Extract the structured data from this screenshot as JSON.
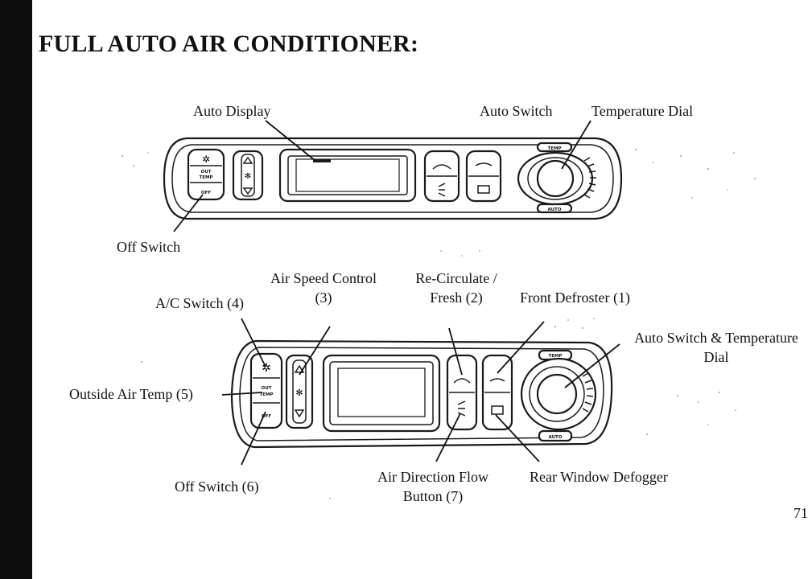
{
  "page": {
    "title": "FULL AUTO AIR CONDITIONER:",
    "page_number": "71"
  },
  "top_panel": {
    "labels": {
      "auto_display": "Auto Display",
      "auto_switch": "Auto Switch",
      "temperature_dial": "Temperature Dial",
      "off_switch": "Off Switch"
    },
    "panel_text": {
      "out_temp_1": "OUT",
      "out_temp_2": "TEMP",
      "off": "OFF",
      "temp": "TEMP",
      "auto": "AUTO"
    }
  },
  "bottom_panel": {
    "labels": {
      "air_speed_control_1": "Air Speed Control",
      "air_speed_control_2": "(3)",
      "recirculate_1": "Re-Circulate /",
      "recirculate_2": "Fresh (2)",
      "front_defroster": "Front Defroster (1)",
      "ac_switch": "A/C Switch (4)",
      "auto_switch_temp_1": "Auto Switch & Temperature",
      "auto_switch_temp_2": "Dial",
      "outside_air_temp": "Outside Air Temp (5)",
      "off_switch": "Off Switch (6)",
      "air_direction_1": "Air Direction Flow",
      "air_direction_2": "Button (7)",
      "rear_defogger": "Rear Window Defogger"
    },
    "panel_text": {
      "out_temp_1": "OUT",
      "out_temp_2": "TEMP",
      "off": "OFF",
      "temp": "TEMP",
      "auto": "AUTO"
    }
  }
}
